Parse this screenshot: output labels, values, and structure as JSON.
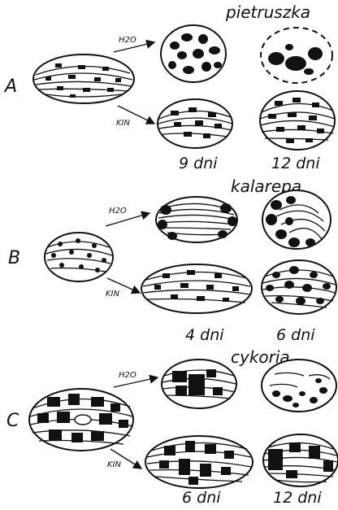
{
  "rows": [
    {
      "label": "A",
      "plant": "pietruszka",
      "treatments": [
        "H2O",
        "KIN"
      ],
      "days": [
        "9 dni",
        "12 dni"
      ]
    },
    {
      "label": "B",
      "plant": "kalarepa",
      "treatments": [
        "H2O",
        "KIN"
      ],
      "days": [
        "4 dni",
        "6 dni"
      ]
    },
    {
      "label": "C",
      "plant": "cykoria",
      "treatments": [
        "H2O",
        "KIN"
      ],
      "days": [
        "6 dni",
        "12 dni"
      ]
    }
  ]
}
